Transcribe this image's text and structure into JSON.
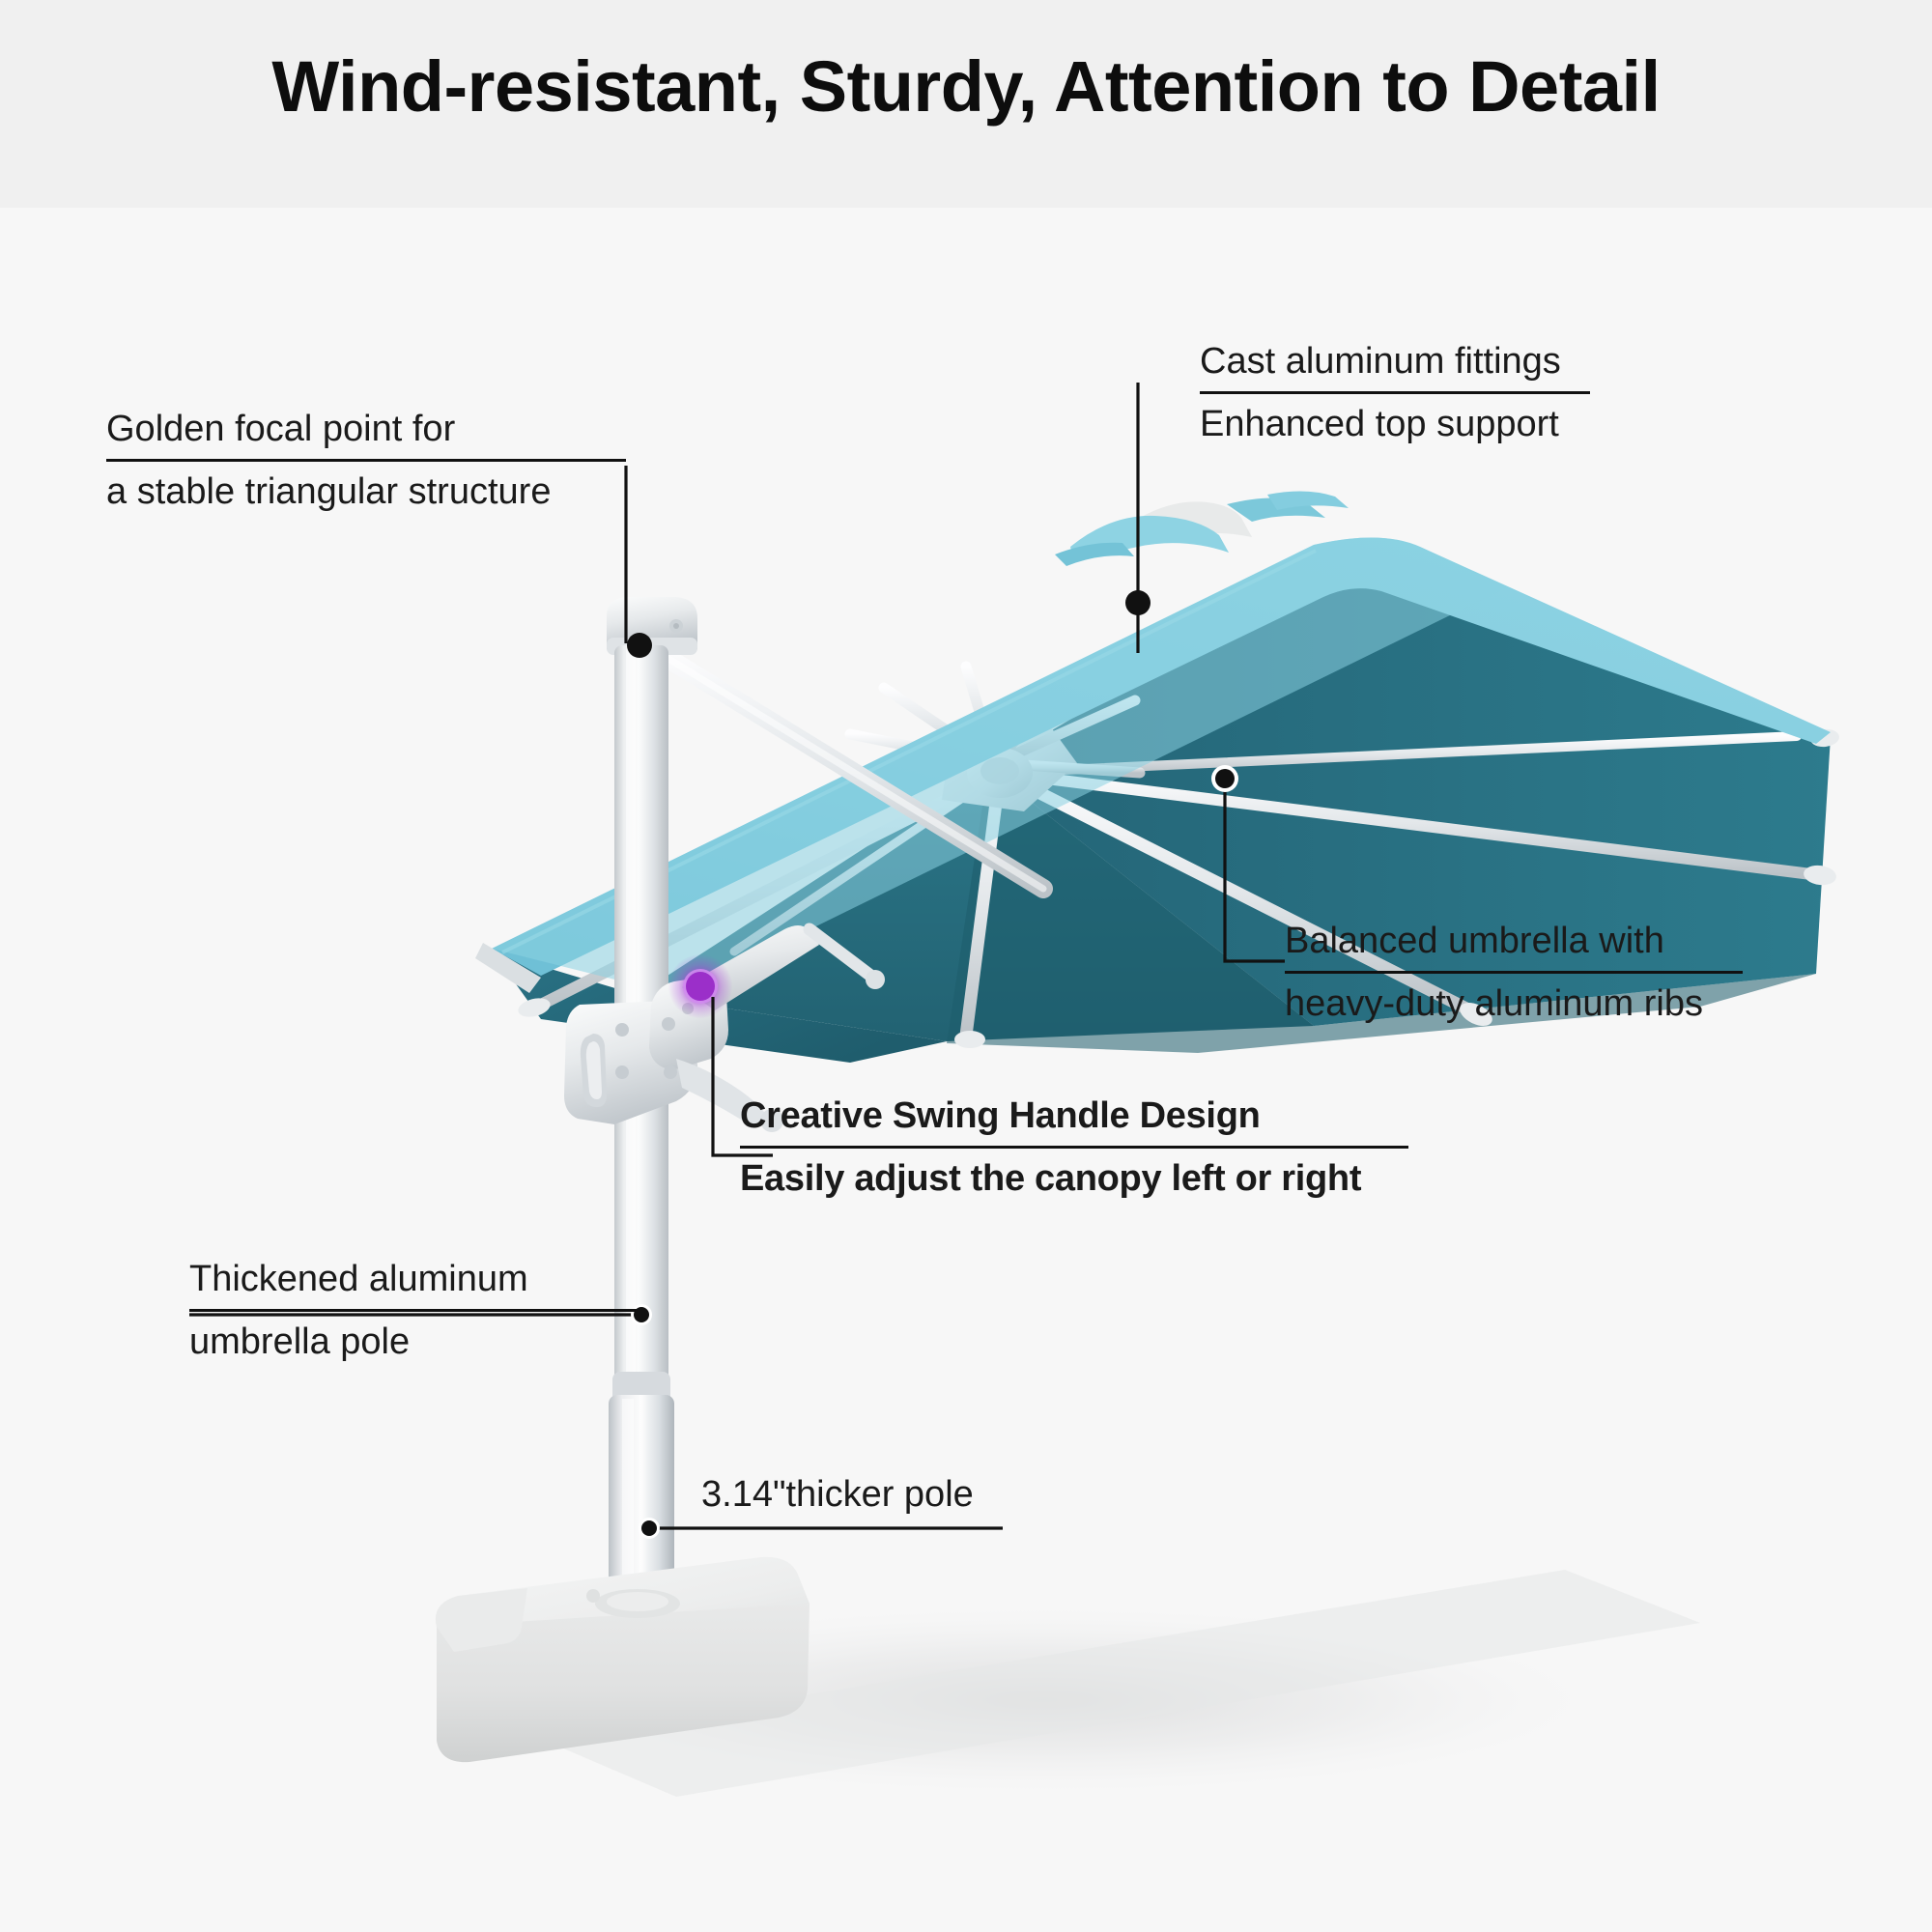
{
  "header": {
    "title": "Wind-resistant, Sturdy, Attention to Detail",
    "band_color": "#f0f0f0"
  },
  "page": {
    "background_color": "#f7f7f7",
    "text_color": "#1a1a1a"
  },
  "product": {
    "name": "cantilever-patio-umbrella",
    "canopy_top_color": "#7fc9dd",
    "canopy_underside_color": "#256b7c",
    "canopy_underside_shadow_color": "#1d5a6a",
    "frame_color": "#e9ebec",
    "pole_color": "#dfe2e4",
    "base_color": "#ebebeb",
    "highlight_marker_color": "#9b2fc9"
  },
  "callouts": [
    {
      "id": "golden-focal-point",
      "line1": "Golden focal point for",
      "line2": "a stable triangular structure",
      "bold": false
    },
    {
      "id": "cast-aluminum-fittings",
      "line1": "Cast aluminum fittings",
      "line2": "Enhanced top support",
      "bold": false
    },
    {
      "id": "balanced-umbrella",
      "line1": "Balanced umbrella with",
      "line2": "heavy-duty aluminum ribs",
      "bold": false
    },
    {
      "id": "creative-swing-handle",
      "line1": "Creative Swing Handle Design",
      "line2": "Easily adjust the canopy left or right",
      "bold": true
    },
    {
      "id": "thickened-aluminum-pole",
      "line1": "Thickened aluminum",
      "line2": "umbrella pole",
      "bold": false
    },
    {
      "id": "thicker-pole-spec",
      "line1": "3.14\"thicker pole",
      "line2": "",
      "bold": false
    }
  ]
}
